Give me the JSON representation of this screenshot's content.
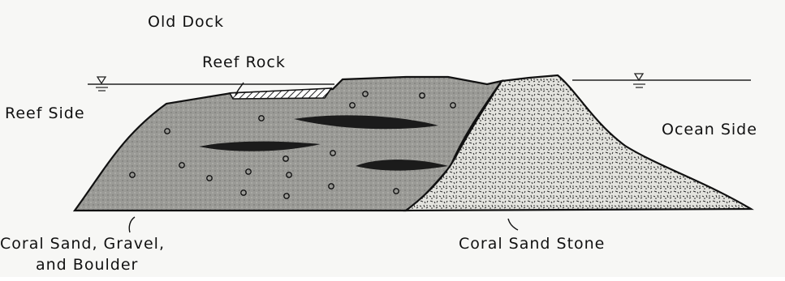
{
  "title": "Old Dock",
  "labels": {
    "reef_rock": "Reef Rock",
    "reef_side": "Reef Side",
    "ocean_side": "Ocean Side",
    "coral_sand_line1": "Coral Sand, Gravel,",
    "coral_sand_line2": "and Boulder",
    "coral_sand_stone": "Coral Sand Stone"
  },
  "colors": {
    "background": "#f7f7f5",
    "outline": "#111111",
    "sand_gravel_fill": "#9a9a96",
    "sandstone_fill": "#d9d9d4",
    "lens_fill": "#1b1b1b"
  },
  "icons": [
    "water-level-symbol"
  ]
}
